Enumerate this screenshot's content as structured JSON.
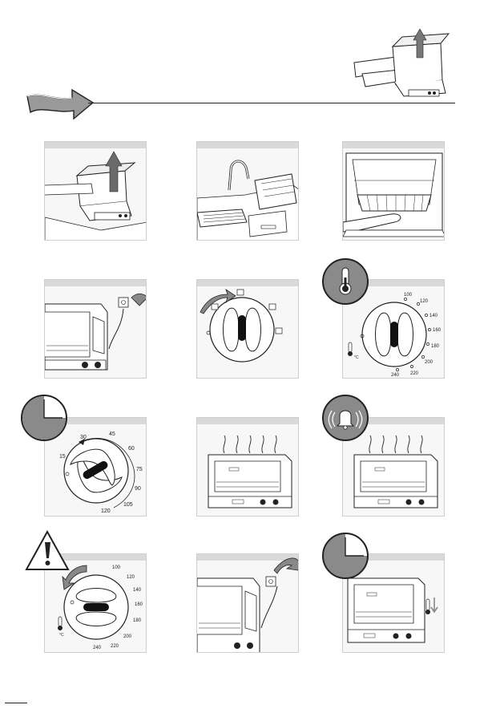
{
  "temp_dial_ticks": [
    "100",
    "120",
    "140",
    "160",
    "180",
    "200",
    "220",
    "240"
  ],
  "timer_dial_ticks": [
    "15",
    "30",
    "45",
    "60",
    "75",
    "90",
    "105",
    "120"
  ],
  "temp_unit": "°C",
  "steps": [
    {
      "id": "unpack",
      "icon": "unpack-illustration"
    },
    {
      "id": "wash-accessories",
      "icon": "wash-illustration"
    },
    {
      "id": "insert-rack",
      "icon": "rack-illustration"
    },
    {
      "id": "plug-in",
      "icon": "plug-in-illustration"
    },
    {
      "id": "select-function",
      "icon": "function-dial-illustration"
    },
    {
      "id": "set-temperature",
      "icon": "thermometer-icon"
    },
    {
      "id": "set-timer",
      "icon": "clock-icon"
    },
    {
      "id": "cooking",
      "icon": "oven-heat-illustration"
    },
    {
      "id": "bell-signal",
      "icon": "bell-icon"
    },
    {
      "id": "warning-turn-off",
      "icon": "warning-icon"
    },
    {
      "id": "unplug",
      "icon": "unplug-illustration"
    },
    {
      "id": "cool-down",
      "icon": "cooldown-icon"
    }
  ],
  "colors": {
    "panel": "#f7f7f7",
    "badge": "#8a8a8a",
    "ink": "#222222"
  }
}
